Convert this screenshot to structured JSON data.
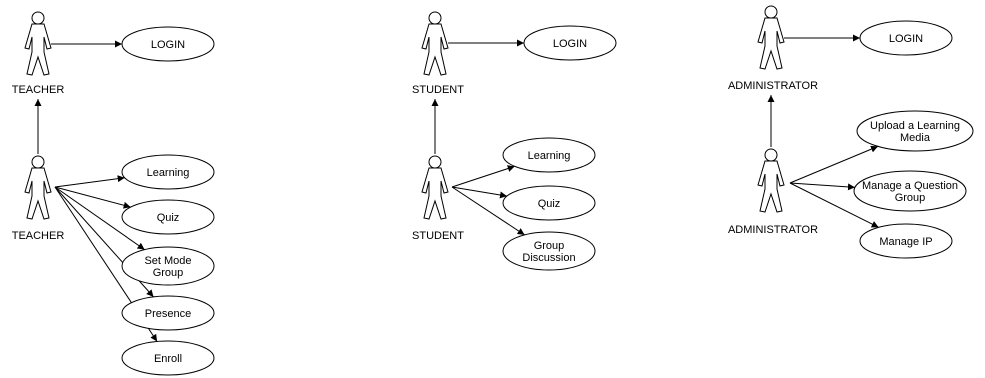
{
  "diagrams": [
    {
      "top_actor": "TEACHER",
      "bottom_actor": "TEACHER",
      "login": [
        "LOGIN"
      ],
      "use_cases": [
        [
          "Learning"
        ],
        [
          "Quiz"
        ],
        [
          "Set Mode",
          "Group"
        ],
        [
          "Presence"
        ],
        [
          "Enroll"
        ]
      ]
    },
    {
      "top_actor": "STUDENT",
      "bottom_actor": "STUDENT",
      "login": [
        "LOGIN"
      ],
      "use_cases": [
        [
          "Learning"
        ],
        [
          "Quiz"
        ],
        [
          "Group",
          "Discussion"
        ]
      ]
    },
    {
      "top_actor": "ADMINISTRATOR",
      "bottom_actor": "ADMINISTRATOR",
      "login": [
        "LOGIN"
      ],
      "use_cases": [
        [
          "Upload a Learning",
          "Media"
        ],
        [
          "Manage a Question",
          "Group"
        ],
        [
          "Manage IP"
        ]
      ]
    }
  ]
}
